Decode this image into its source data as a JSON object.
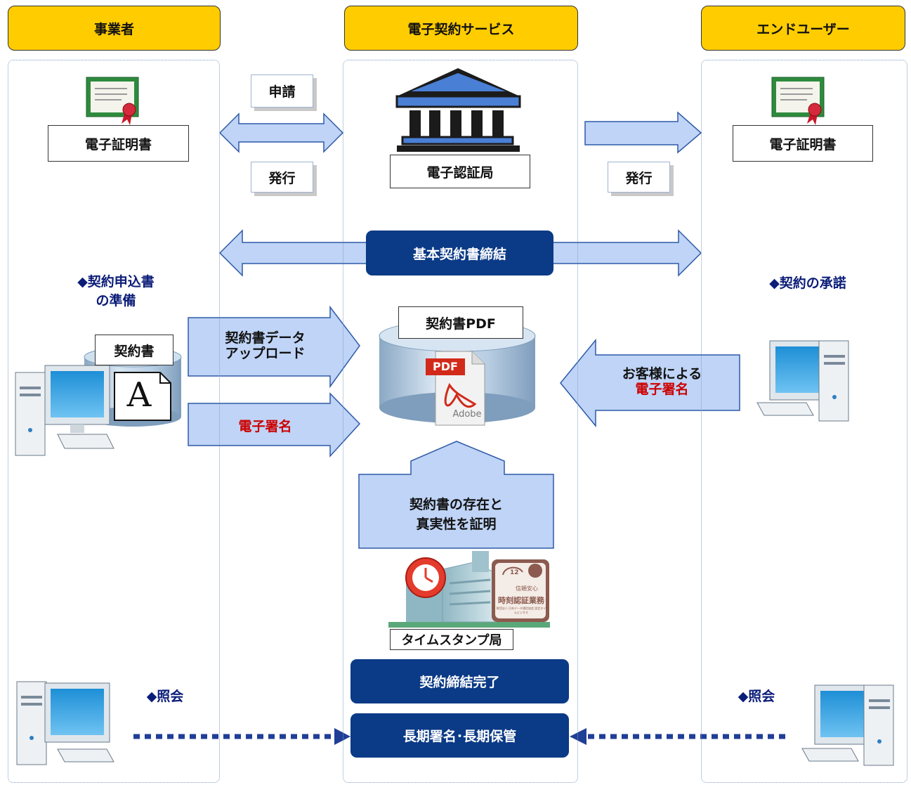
{
  "columns": {
    "left": "事業者",
    "center": "電子契約サービス",
    "right": "エンドユーザー"
  },
  "left": {
    "certificate_label": "電子証明書",
    "prepare_note_line1": "◆契約申込書",
    "prepare_note_line2": "の準備",
    "contract_label": "契約書",
    "doc_glyph": "A",
    "inquiry": "◆照会"
  },
  "center": {
    "apply_label": "申請",
    "issue_label_left": "発行",
    "ca_label": "電子認証局",
    "basic_contract": "基本契約書締結",
    "pdf_label": "契約書PDF",
    "pdf_badge": "PDF",
    "adobe_text": "Adobe",
    "proof_line1": "契約書の存在と",
    "proof_line2": "真実性を証明",
    "tsa_label": "タイムスタンプ局",
    "seal_text_top": "信頼安心",
    "seal_text_main": "時刻認証業務",
    "seal_text_bottom": "財団法人 日本データ通信協会 認定タイムビジネス",
    "seal_number": "12",
    "complete": "契約締結完了",
    "storage": "長期署名･長期保管"
  },
  "arrows": {
    "upload_line1": "契約書データ",
    "upload_line2": "アップロード",
    "esign_left": "電子署名",
    "customer_line1": "お客様による",
    "customer_line2": "電子署名"
  },
  "right": {
    "issue_label": "発行",
    "certificate_label": "電子証明書",
    "accept_note": "◆契約の承諾",
    "inquiry": "◆照会"
  },
  "colors": {
    "header_yellow": "#FFCC00",
    "navy": "#0B3A86",
    "arrow_fill": "#BFD4F6",
    "arrow_stroke": "#2E5AA8",
    "dotted_arrow": "#1F3E96",
    "red_text": "#CC0000"
  }
}
